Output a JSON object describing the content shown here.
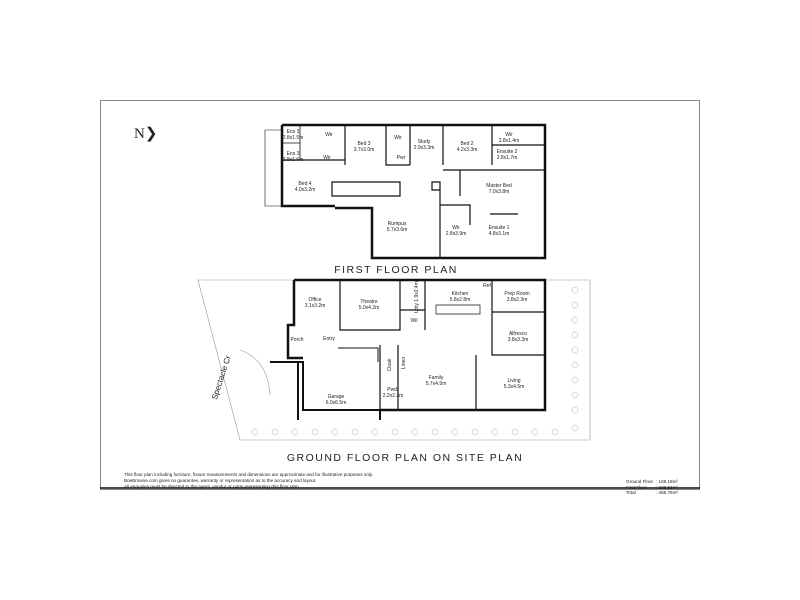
{
  "north_label": "N",
  "first_floor": {
    "title": "FIRST FLOOR PLAN",
    "rooms": [
      {
        "name": "Ens 3",
        "size": "2.8x1.5m"
      },
      {
        "name": "Ens 3",
        "size": "2.8x1.6m"
      },
      {
        "name": "Wir",
        "size": ""
      },
      {
        "name": "Wir",
        "size": ""
      },
      {
        "name": "Bed 3",
        "size": "3.7x3.0m"
      },
      {
        "name": "Wir",
        "size": ""
      },
      {
        "name": "Pwr",
        "size": ""
      },
      {
        "name": "Study",
        "size": "2.9x3.3m"
      },
      {
        "name": "Bed 2",
        "size": "4.2x3.3m"
      },
      {
        "name": "Wir",
        "size": "2.8x1.4m"
      },
      {
        "name": "Ensuite 2",
        "size": "2.8x1.7m"
      },
      {
        "name": "Bed 4",
        "size": "4.0x3.2m"
      },
      {
        "name": "Master Bed",
        "size": "7.0x3.8m"
      },
      {
        "name": "Rumpus",
        "size": "5.7x3.6m"
      },
      {
        "name": "Wir",
        "size": "2.8x3.9m"
      },
      {
        "name": "Ensuite 1",
        "size": "4.8x3.1m"
      }
    ]
  },
  "ground_floor": {
    "title": "GROUND FLOOR PLAN ON SITE PLAN",
    "street": "Spectacle Cr",
    "rooms": [
      {
        "name": "Office",
        "size": "3.1x3.2m"
      },
      {
        "name": "Theatre",
        "size": "5.0x4.2m"
      },
      {
        "name": "Ldry",
        "size": "1.9x2.4m"
      },
      {
        "name": "Wil",
        "size": ""
      },
      {
        "name": "Kitchen",
        "size": "5.8x2.8m"
      },
      {
        "name": "Ref",
        "size": ""
      },
      {
        "name": "Prep Room",
        "size": "3.8x2.3m"
      },
      {
        "name": "Alfresco",
        "size": "3.8x3.3m"
      },
      {
        "name": "Porch",
        "size": ""
      },
      {
        "name": "Entry",
        "size": ""
      },
      {
        "name": "Cloak",
        "size": ""
      },
      {
        "name": "Linen",
        "size": ""
      },
      {
        "name": "Family",
        "size": "5.7x4.5m"
      },
      {
        "name": "Living",
        "size": "5.3x4.5m"
      },
      {
        "name": "Garage",
        "size": "6.0x6.5m"
      },
      {
        "name": "Pwdr",
        "size": "2.2x2.3m"
      }
    ]
  },
  "disclaimer": [
    "This floor plan including furniture, fixture measurements and dimensions are approximate and for illustrative purposes only.",
    "BoeBrowne.com gives no guarantee, warranty or representation as to the accuracy and layout.",
    "All enquiries must be directed to the agent, vendor or party representing this floor plan."
  ],
  "areas": [
    {
      "label": "Ground Floor",
      "value": ": 169.18m²"
    },
    {
      "label": "First Floor",
      "value": ": 208.53m²"
    },
    {
      "label": "Total",
      "value": ": 465.78m²"
    }
  ]
}
